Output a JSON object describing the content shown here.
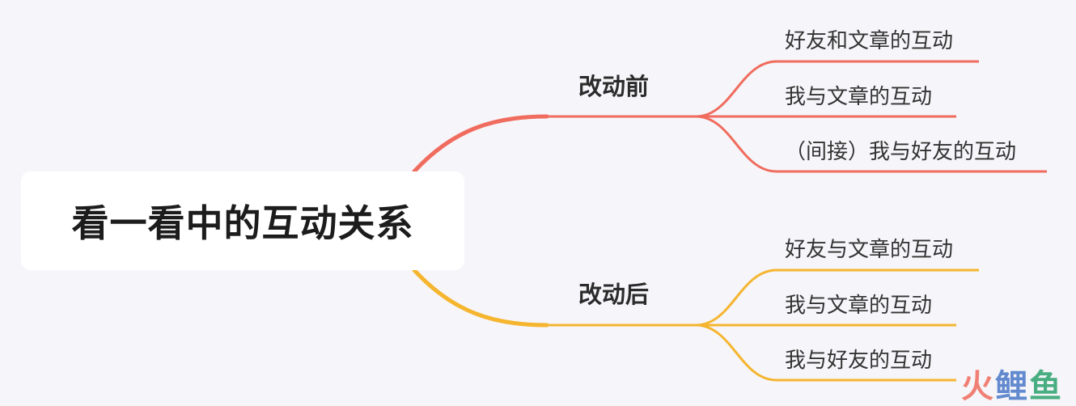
{
  "root": {
    "title": "看一看中的互动关系"
  },
  "colors": {
    "background": "#f6f5f9",
    "before_branch": "#f06c5e",
    "after_branch": "#f5b52f"
  },
  "branches": [
    {
      "label": "改动前",
      "leaves": [
        "好友和文章的互动",
        "我与文章的互动",
        "（间接）我与好友的互动"
      ]
    },
    {
      "label": "改动后",
      "leaves": [
        "好友与文章的互动",
        "我与文章的互动",
        "我与好友的互动"
      ]
    }
  ],
  "watermark": {
    "chars": [
      "火",
      "鲤",
      "鱼"
    ],
    "colors": [
      "#f06c5e",
      "#4a78c8",
      "#2aa16b"
    ]
  }
}
